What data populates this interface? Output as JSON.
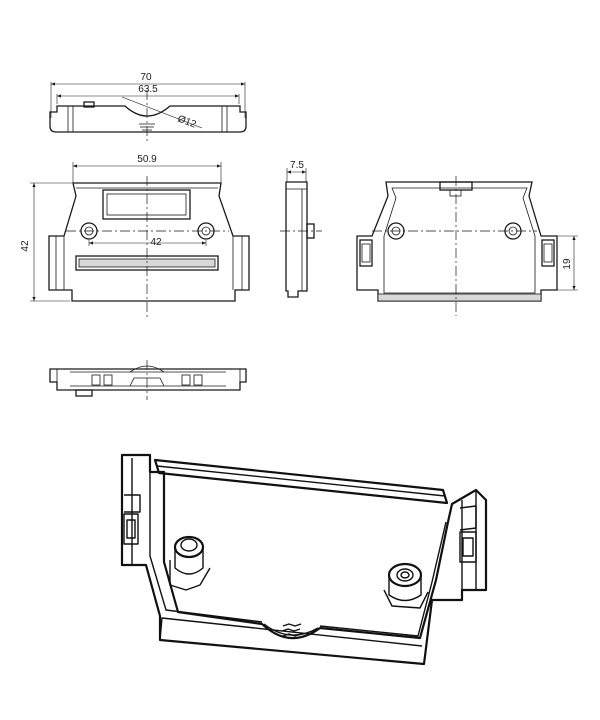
{
  "dimensions": {
    "overall_width": "70",
    "inner_width": "63.5",
    "cable_diameter": "Ø12",
    "front_width": "50.9",
    "hole_spacing": "42",
    "height": "42",
    "side_depth": "7.5",
    "hole_height": "19"
  }
}
